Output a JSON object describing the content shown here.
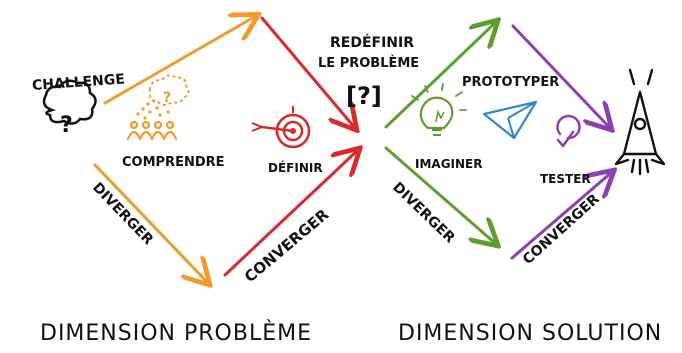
{
  "labels": {
    "challenge": "CHALLENGE",
    "comprendre": "COMPRENDRE",
    "definir": "DÉFINIR",
    "redefinir_line1": "REDÉFINIR",
    "redefinir_line2": "LE PROBLÈME",
    "bracket_question": "[?]",
    "imaginer": "IMAGINER",
    "prototyper": "PROTOTYPER",
    "tester": "TESTER",
    "diverger_1": "DIVERGER",
    "converger_1": "CONVERGER",
    "diverger_2": "DIVERGER",
    "converger_2": "CONVERGER",
    "dimension_probleme": "DIMENSION PROBLÈME",
    "dimension_solution": "DIMENSION SOLUTION"
  },
  "colors": {
    "orange": "#f39a2b",
    "red": "#d92a2a",
    "green": "#5e9e2f",
    "purple": "#8a3fb4",
    "blue": "#2f86c8",
    "ink": "#111111"
  },
  "icons": {
    "challenge": "thought-cloud-question-icon",
    "comprendre": "people-thinking-icon",
    "definir": "target-with-dart-icon",
    "imaginer": "lightbulb-icon",
    "prototyper": "paper-plane-icon",
    "tester": "check-circle-icon",
    "result": "rocket-icon"
  }
}
